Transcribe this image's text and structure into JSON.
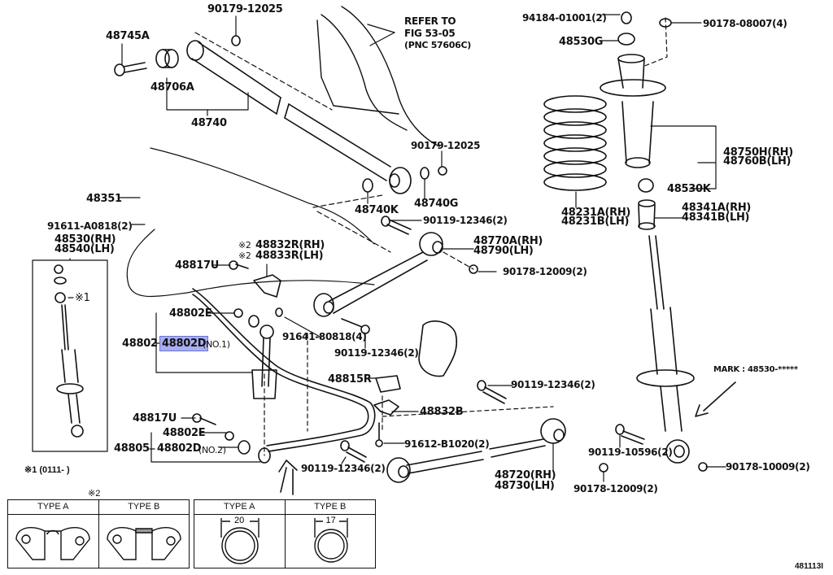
{
  "diagram": {
    "title": "Rear Suspension Parts Diagram",
    "figure_code": "481113I",
    "highlight_color": "#a8aef0",
    "callouts": {
      "c48745A": "48745A",
      "c90179a": "90179-12025",
      "c48706A": "48706A",
      "c48740": "48740",
      "refer_line1": "REFER TO",
      "refer_line2": "FIG 53-05",
      "refer_line3": "(PNC 57606C)",
      "c94184": "94184-01001(2)",
      "c90178_08007": "90178-08007(4)",
      "c48530G": "48530G",
      "c48750H": "48750H(RH)",
      "c48760B": "48760B(LH)",
      "c90179b": "90179-12025",
      "c48740K": "48740K",
      "c48740G": "48740G",
      "c48530K": "48530K",
      "c48231A": "48231A(RH)",
      "c48231B": "48231B(LH)",
      "c48341A": "48341A(RH)",
      "c48341B": "48341B(LH)",
      "c48351": "48351",
      "c91611": "91611-A0818(2)",
      "c48530": "48530(RH)",
      "c48540": "48540(LH)",
      "c90119_top": "90119-12346(2)",
      "c48770A": "48770A(RH)",
      "c48790": "48790(LH)",
      "c90178_12009_top": "90178-12009(2)",
      "c48832R_mark": "※2",
      "c48832R": "48832R(RH)",
      "c48833R_mark": "※2",
      "c48833R": "48833R(LH)",
      "c48817U_top": "48817U",
      "mark1": "※1",
      "c48802E_top": "48802E",
      "c48802": "48802",
      "c48802D_no1": "48802D",
      "no1": "(NO.1)",
      "c91641": "91641-80818(4)",
      "c90119_mid": "90119-12346(2)",
      "c48815R": "48815R",
      "c90119_right": "90119-12346(2)",
      "mark_label": "MARK : 48530-*****",
      "c48832B": "48832B",
      "c48817U_bot": "48817U",
      "c48802E_bot": "48802E",
      "c48805": "48805",
      "c48802D_no2": "48802D",
      "no2": "(NO.2)",
      "c91612": "91612-B1020(2)",
      "c90119_10596": "90119-10596(2)",
      "c90119_bot": "90119-12346(2)",
      "c48720": "48720(RH)",
      "c48730": "48730(LH)",
      "c90178_12009_bot": "90178-12009(2)",
      "c90178_10009": "90178-10009(2)"
    },
    "footnote1": "※1 (0111-        )",
    "footnote2_mark": "※2",
    "bracket_table": {
      "type_a": "TYPE A",
      "type_b": "TYPE B"
    },
    "bushing_table": {
      "type_a": "TYPE A",
      "type_b": "TYPE B",
      "dim_a": "20",
      "dim_b": "17"
    }
  }
}
